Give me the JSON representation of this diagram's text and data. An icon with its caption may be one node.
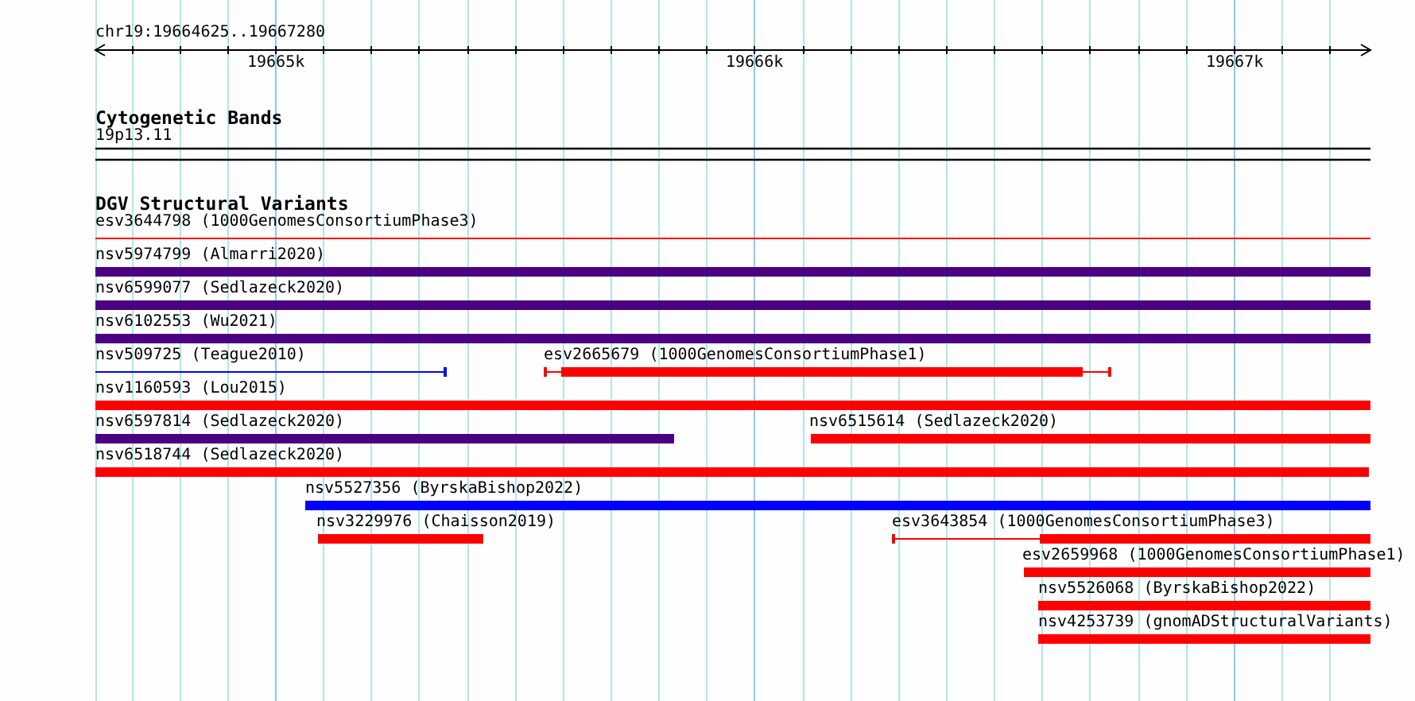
{
  "diagram": {
    "nodes": [
      {
        "text": [
          "19p13.11"
        ]
      },
      {
        "text": [
          "esv3644798 (1000GenomesConsortiumPhase3)"
        ]
      },
      {
        "text": [
          "nsv5974799 (Almarri2020)"
        ]
      },
      {
        "text": [
          "nsv6599077 (Sedlazeck2020)"
        ]
      },
      {
        "text": [
          "nsv6102553 (Wu2021)"
        ]
      },
      {
        "text": [
          "nsv509725 (Teague2010)"
        ]
      },
      {
        "text": [
          "esv2665679 (1000GenomesConsortiumPhase1)"
        ]
      },
      {
        "text": [
          "nsv1160593 (Lou2015)"
        ]
      },
      {
        "text": [
          "nsv6597814 (Sedlazeck2020)"
        ]
      },
      {
        "text": [
          "nsv6515614 (Sedlazeck2020)"
        ]
      },
      {
        "text": [
          "nsv6518744 (Sedlazeck2020)"
        ]
      },
      {
        "text": [
          "nsv5527356 (ByrskaBishop2022)"
        ]
      },
      {
        "text": [
          "nsv3229976 (Chaisson2019)"
        ]
      },
      {
        "text": [
          "esv3643854 (1000GenomesConsortiumPhase3)"
        ]
      },
      {
        "text": [
          "esv2659968 (1000GenomesConsortiumPhase1)"
        ]
      },
      {
        "text": [
          "nsv5526068 (ByrskaBishop2022)"
        ]
      },
      {
        "text": [
          "nsv4253739 (gnomADStructuralVariants)"
        ]
      }
    ],
    "labels": [
      "chr19:19664625..19667280",
      "19665k",
      "19666k",
      "19667k",
      "Cytogenetic Bands",
      "DGV Structural Variants"
    ]
  }
}
